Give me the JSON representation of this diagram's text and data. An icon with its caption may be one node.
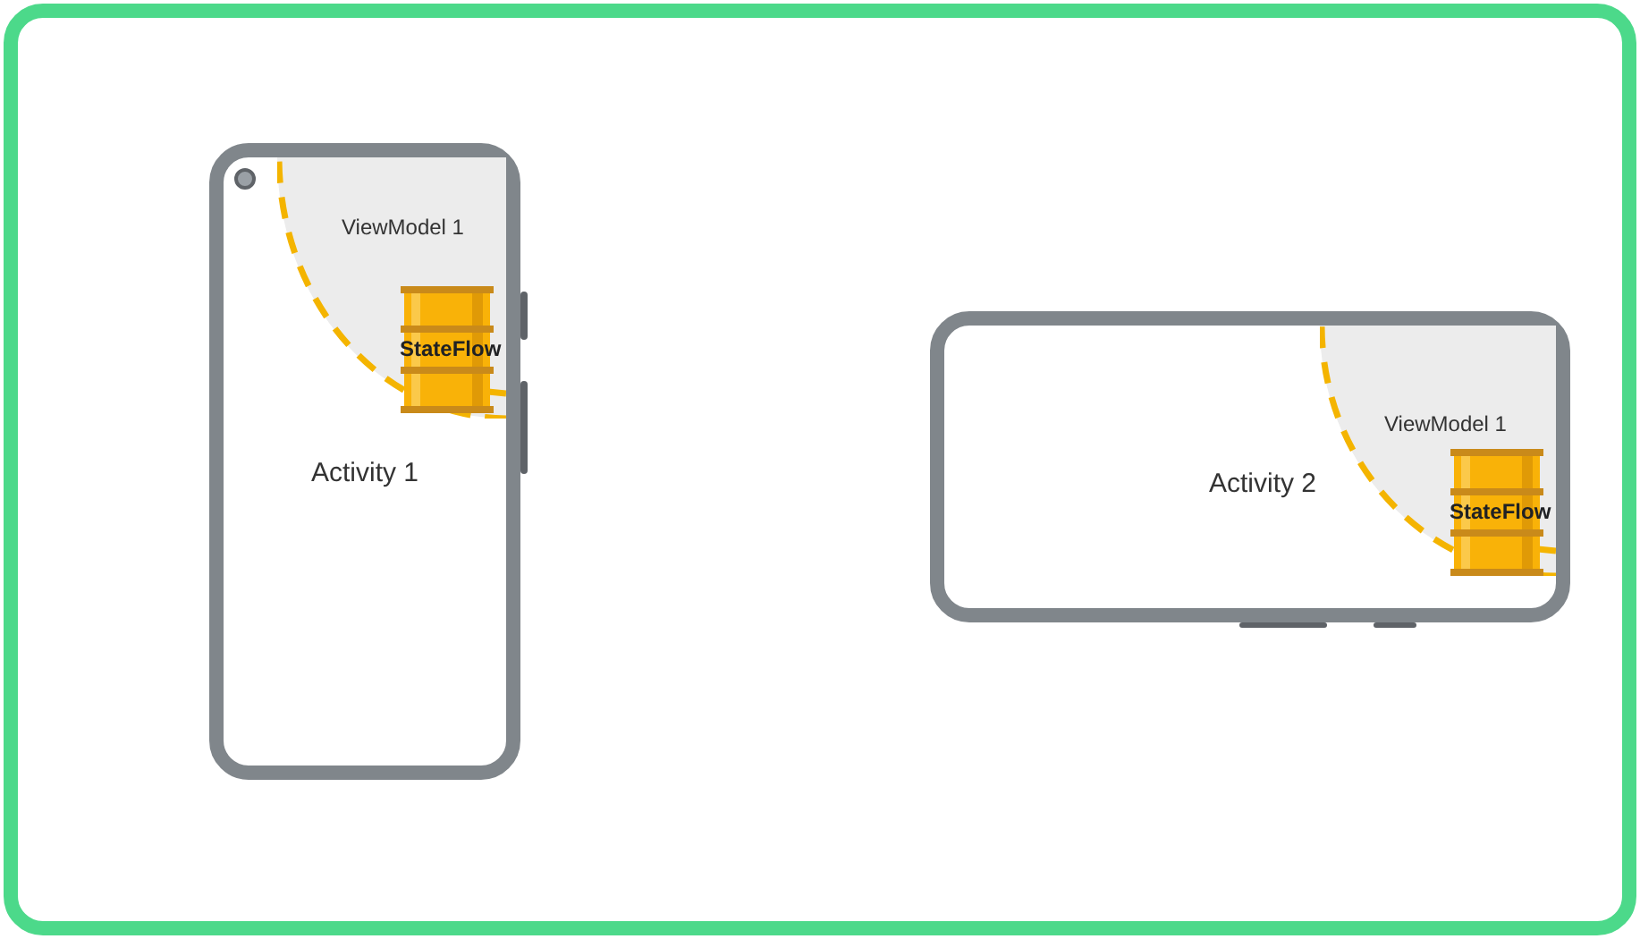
{
  "diagram": {
    "nodes": [
      {
        "text": [
          "Activity 1"
        ]
      },
      {
        "text": [
          "ViewModel 1"
        ],
        "in": 0
      },
      {
        "text": [
          "StateFlow"
        ],
        "in": 1
      },
      {
        "text": [
          "Activity 2"
        ]
      },
      {
        "text": [
          "ViewModel 1"
        ],
        "in": 3
      },
      {
        "text": [
          "StateFlow"
        ],
        "in": 4
      }
    ]
  }
}
